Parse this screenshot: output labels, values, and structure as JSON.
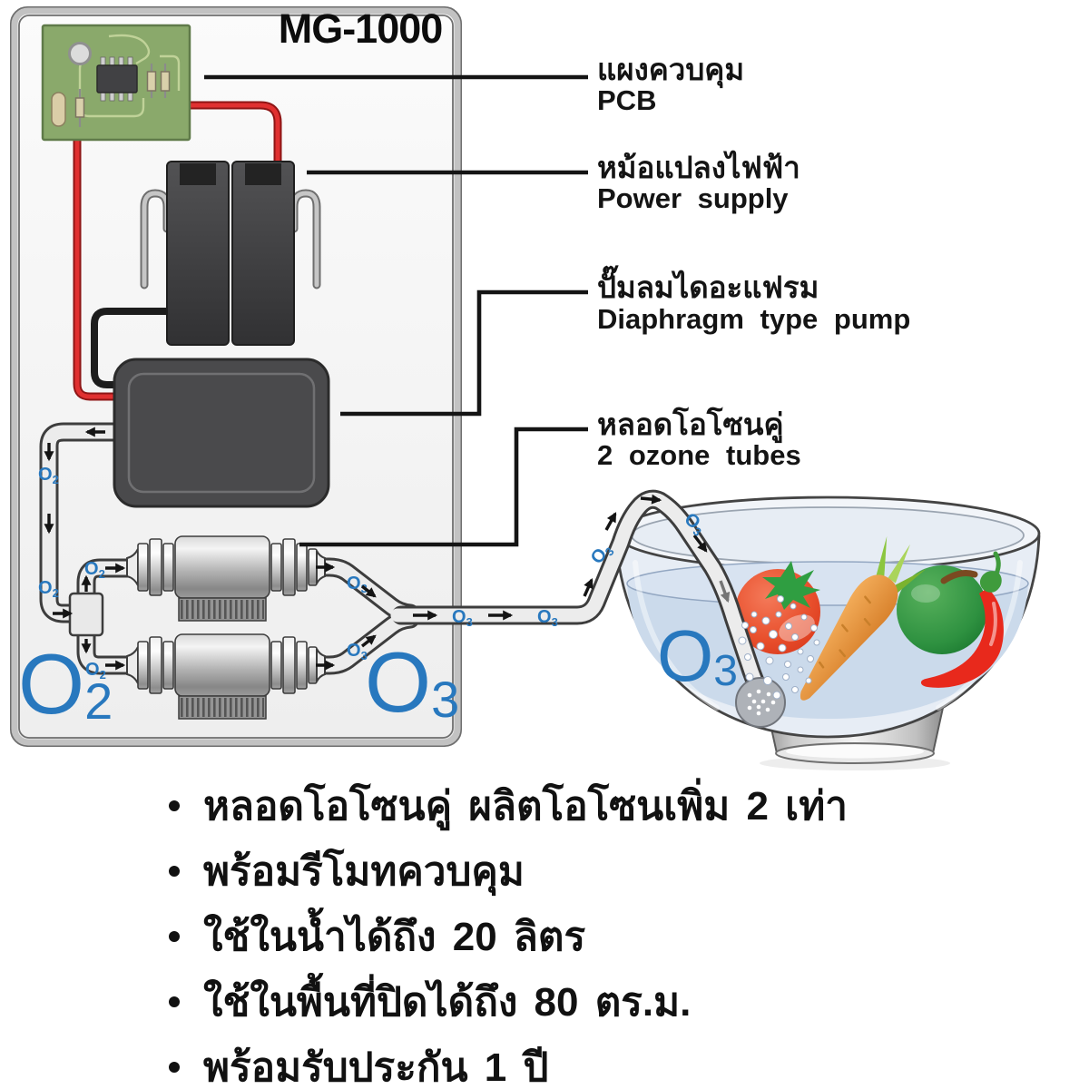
{
  "title": "MG-1000",
  "callouts": [
    {
      "thai": "แผงควบคุม",
      "eng": "PCB"
    },
    {
      "thai": "หม้อแปลงไฟฟ้า",
      "eng": "Power supply"
    },
    {
      "thai": "ปั๊มลมไดอะแฟรม",
      "eng": "Diaphragm type pump"
    },
    {
      "thai": "หลอดโอโซนคู่",
      "eng": "2 ozone tubes"
    }
  ],
  "gas": {
    "o": "O",
    "sub2": "2",
    "sub3": "3"
  },
  "bullets": [
    "หลอดโอโซนคู่ ผลิตโอโซนเพิ่ม 2 เท่า",
    "พร้อมรีโมทควบคุม",
    "ใช้ในน้ำได้ถึง 20 ลิตร",
    "ใช้ในพื้นที่ปิดได้ถึง 80 ตร.ม.",
    "พร้อมรับประกัน 1 ปี"
  ],
  "colors": {
    "accent_blue": "#2878be",
    "pcb_green": "#8aa96b",
    "wire_red": "#cf2626",
    "tube_fill": "#ececec",
    "water_blue": "#cbdaeb",
    "tomato_red": "#e2411f",
    "carrot_orange": "#e89544",
    "fruit_green": "#2e9140",
    "chili_red": "#e8291c"
  }
}
